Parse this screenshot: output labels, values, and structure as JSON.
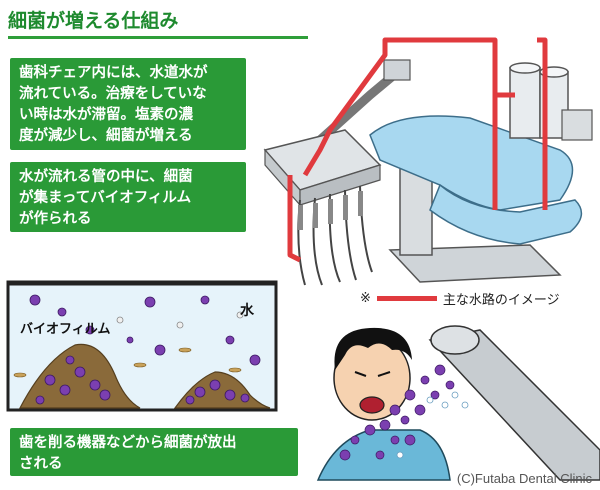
{
  "title": "細菌が増える仕組み",
  "notes": [
    {
      "text": "歯科チェア内には、水道水が\n流れている。治療をしていな\nい時は水が滞留。塩素の濃\n度が減少し、細菌が増える"
    },
    {
      "text": "水が流れる管の中に、細菌\nが集まってバイオフィルム\nが作られる"
    },
    {
      "text": "歯を削る機器などから細菌が放出\nされる"
    }
  ],
  "pipe_labels": {
    "water": "水",
    "biofilm": "バイオフィルム"
  },
  "legend": {
    "mark": "※",
    "label": "主な水路のイメージ"
  },
  "credit": "(C)Futaba Dental Clinic",
  "colors": {
    "accent_green": "#2a9a37",
    "water_path_red": "#e03a3e",
    "chair_blue": "#a8d8f0",
    "bacteria_purple": "#7b3fb0"
  }
}
